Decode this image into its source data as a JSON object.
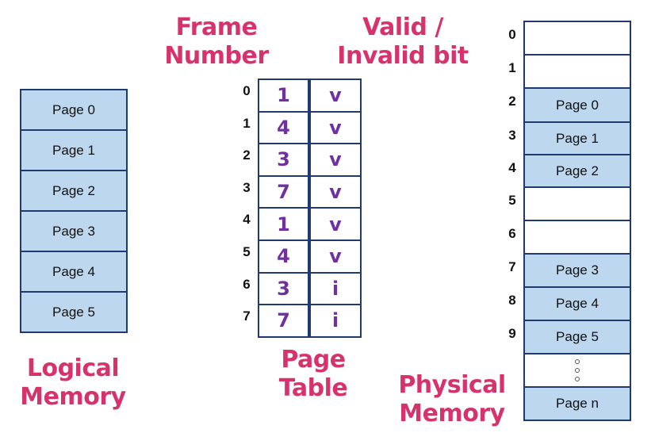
{
  "logical_memory": {
    "title_line1": "Logical",
    "title_line2": "Memory",
    "pages": [
      "Page 0",
      "Page 1",
      "Page 2",
      "Page 3",
      "Page 4",
      "Page 5"
    ]
  },
  "page_table": {
    "frame_header_line1": "Frame",
    "frame_header_line2": "Number",
    "valid_header_line1": "Valid /",
    "valid_header_line2": "Invalid bit",
    "title_line1": "Page",
    "title_line2": "Table",
    "rows": [
      {
        "index": "0",
        "frame": "1",
        "bit": "v"
      },
      {
        "index": "1",
        "frame": "4",
        "bit": "v"
      },
      {
        "index": "2",
        "frame": "3",
        "bit": "v"
      },
      {
        "index": "3",
        "frame": "7",
        "bit": "v"
      },
      {
        "index": "4",
        "frame": "1",
        "bit": "v"
      },
      {
        "index": "5",
        "frame": "4",
        "bit": "v"
      },
      {
        "index": "6",
        "frame": "3",
        "bit": "i"
      },
      {
        "index": "7",
        "frame": "7",
        "bit": "i"
      }
    ]
  },
  "physical_memory": {
    "title_line1": "Physical",
    "title_line2": "Memory",
    "frames": [
      {
        "index": "0",
        "label": ""
      },
      {
        "index": "1",
        "label": ""
      },
      {
        "index": "2",
        "label": "Page 0"
      },
      {
        "index": "3",
        "label": "Page 1"
      },
      {
        "index": "4",
        "label": "Page 2"
      },
      {
        "index": "5",
        "label": ""
      },
      {
        "index": "6",
        "label": ""
      },
      {
        "index": "7",
        "label": "Page 3"
      },
      {
        "index": "8",
        "label": "Page 4"
      },
      {
        "index": "9",
        "label": "Page 5"
      },
      {
        "index": "",
        "label": "",
        "ellipsis": true
      },
      {
        "index": "",
        "label": "Page n"
      }
    ]
  },
  "colors": {
    "heading": "#d6336c",
    "table_value": "#7030a0",
    "page_fill": "#bdd7ee",
    "border": "#1e3a6e"
  }
}
